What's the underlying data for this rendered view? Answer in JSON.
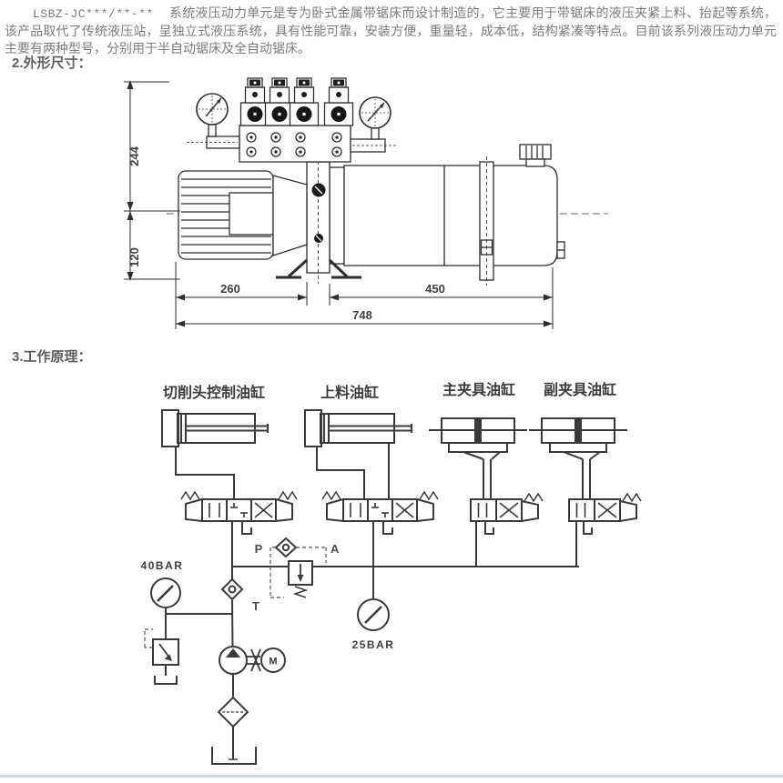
{
  "page": {
    "intro_model": "LSBZ-JC***/**-**",
    "intro_text": "系统液压动力单元是专为卧式金属带锯床而设计制造的，它主要用于带锯床的液压夹紧上料、抬起等系统，该产品取代了传统液压站，呈独立式液压系统，具有性能可靠，安装方便，重量轻，成本低，结构紧凑等特点。目前该系列液压动力单元主要有两种型号，分别用于半自动锯床及全自动锯床。",
    "section_dimensions_heading": "2.外形尺寸：",
    "section_principle_heading": "3.工作原理："
  },
  "dimension_drawing": {
    "overall_height_mm": "244",
    "base_height_mm": "120",
    "motor_section_mm": "260",
    "tank_section_mm": "450",
    "overall_length_mm": "748"
  },
  "schematic": {
    "cylinder_labels": {
      "cutting_head": "切削头控制油缸",
      "loading": "上料油缸",
      "main_clamp": "主夹具油缸",
      "aux_clamp": "副夹具油缸"
    },
    "port_p": "P",
    "port_a": "A",
    "port_t": "T",
    "motor_m": "M",
    "main_pressure": "40BAR",
    "reduced_pressure": "25BAR"
  },
  "colors": {
    "divider": "#cfd8e0",
    "body_text": "#7c7c7c",
    "heading_text": "#5d5d5d",
    "drawing_line": "#2e2e2e",
    "schematic_line": "#3a3a3a"
  }
}
